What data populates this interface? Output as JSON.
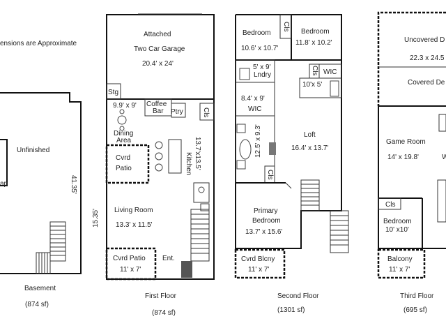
{
  "note": "ensions are Approximate",
  "basement": {
    "labels": [
      "Unfinished",
      "ap",
      "41.35'"
    ],
    "caption_name": "Basement",
    "caption_area": "(874 sf)"
  },
  "first_floor": {
    "garage_line1": "Attached",
    "garage_line2": "Two Car Garage",
    "garage_dim": "20.4' x 24'",
    "stg": "Stg",
    "dining_dim": "9.9' x 9'",
    "coffee_line1": "Coffee",
    "coffee_line2": "Bar",
    "ptry": "Ptry",
    "cls": "Cls",
    "dining_line1": "Dining",
    "dining_line2": "Area",
    "cvrd_patio_line1": "Cvrd",
    "cvrd_patio_line2": "Patio",
    "kitchen": "Kitchen",
    "kitchen_dim": "13.7'x13.5'",
    "side_dim": "15.35'",
    "living": "Living Room",
    "living_dim": "13.3' x 11.5'",
    "front_patio": "Cvrd Patio",
    "front_patio_dim": "11' x 7'",
    "ent": "Ent.",
    "caption_name": "First Floor",
    "caption_area": "(874 sf)"
  },
  "second_floor": {
    "bed1": "Bedroom",
    "bed1_dim": "10.6' x 10.7'",
    "cls_top": "Cls",
    "bed2": "Bedroom",
    "bed2_dim": "11.8' x 10.2'",
    "lndry_dim": "5' x 9'",
    "lndry": "Lndry",
    "cls_mid": "Cls",
    "wic_right": "WIC",
    "bath_dim": "10'x 5'",
    "wic_dim": "8.4' x 9'",
    "wic_left": "WIC",
    "master_bath_dim": "12.5' x 9.3'",
    "cls_bottom": "Cls",
    "loft": "Loft",
    "loft_dim": "16.4' x 13.7'",
    "primary_line1": "Primary",
    "primary_line2": "Bedroom",
    "primary_dim": "13.7' x 15.6'",
    "balcony": "Cvrd Blcny",
    "balcony_dim": "11' x 7'",
    "caption_name": "Second Floor",
    "caption_area": "(1301 sf)"
  },
  "third_floor": {
    "uncovered": "Uncovered D",
    "uncovered_dim": "22.3 x 24.5",
    "covered": "Covered De",
    "game": "Game Room",
    "game_dim": "14' x 19.8'",
    "game_partial": "W",
    "cls": "Cls",
    "bedroom": "Bedroom",
    "bedroom_dim": "10' x10'",
    "balcony": "Balcony",
    "balcony_dim": "11' x 7'",
    "caption_name": "Third Floor",
    "caption_area": "(695 sf)"
  }
}
